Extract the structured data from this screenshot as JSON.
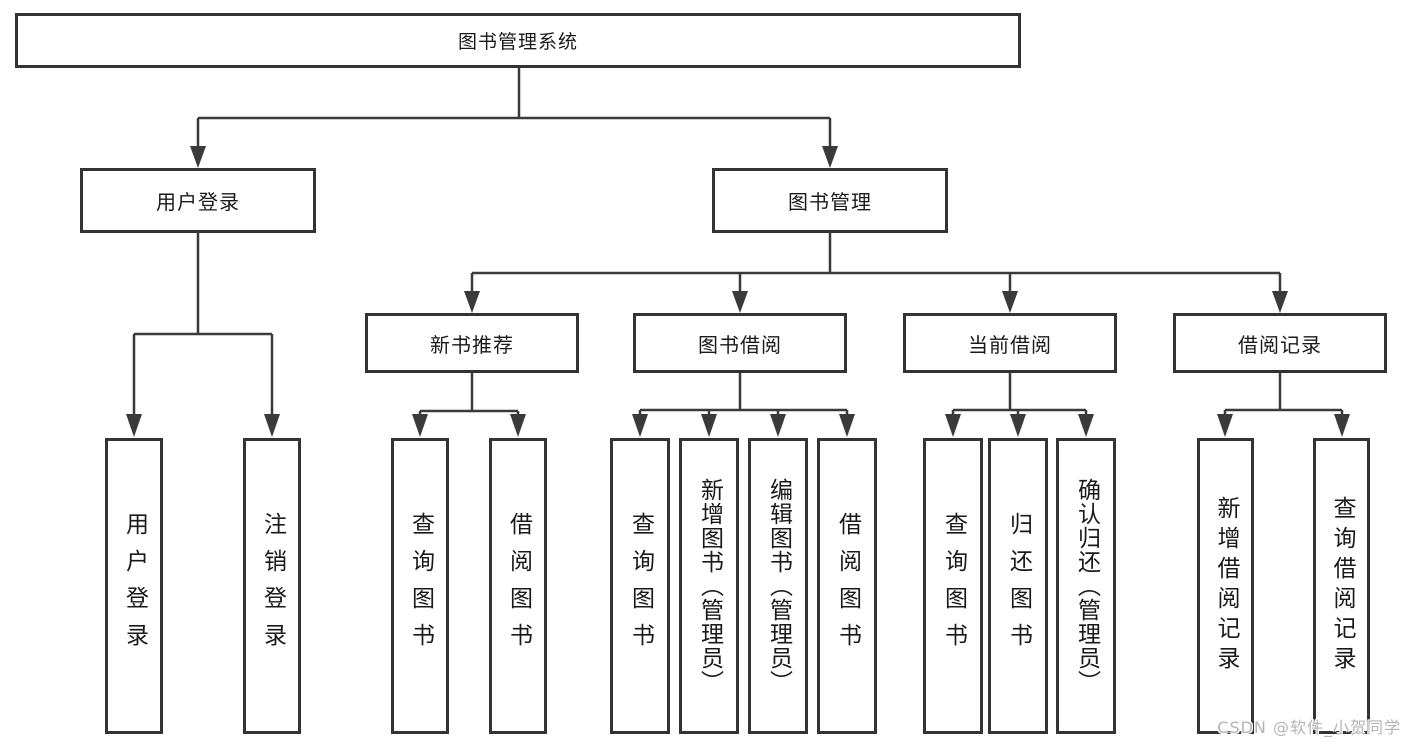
{
  "diagram": {
    "title": "图书管理系统",
    "level2": [
      {
        "label": "用户登录"
      },
      {
        "label": "图书管理"
      }
    ],
    "level3": [
      {
        "label": "新书推荐"
      },
      {
        "label": "图书借阅"
      },
      {
        "label": "当前借阅"
      },
      {
        "label": "借阅记录"
      }
    ],
    "leaves": {
      "user_login": [
        {
          "label": "用户登录"
        },
        {
          "label": "注销登录"
        }
      ],
      "new_books": [
        {
          "label": "查询图书"
        },
        {
          "label": "借阅图书"
        }
      ],
      "book_borrow": [
        {
          "label": "查询图书"
        },
        {
          "label": "新增图书（管理员）"
        },
        {
          "label": "编辑图书（管理员）"
        },
        {
          "label": "借阅图书"
        }
      ],
      "current_borrow": [
        {
          "label": "查询图书"
        },
        {
          "label": "归还图书"
        },
        {
          "label": "确认归还（管理员）"
        }
      ],
      "borrow_records": [
        {
          "label": "新增借阅记录"
        },
        {
          "label": "查询借阅记录"
        }
      ]
    }
  },
  "watermark": {
    "text": "CSDN @软件_小贺同学"
  },
  "colors": {
    "line": "#3a3a3a",
    "border": "#333333",
    "text": "#1a1a1a",
    "watermark_gray": "#b4b4b4",
    "background": "#ffffff"
  }
}
